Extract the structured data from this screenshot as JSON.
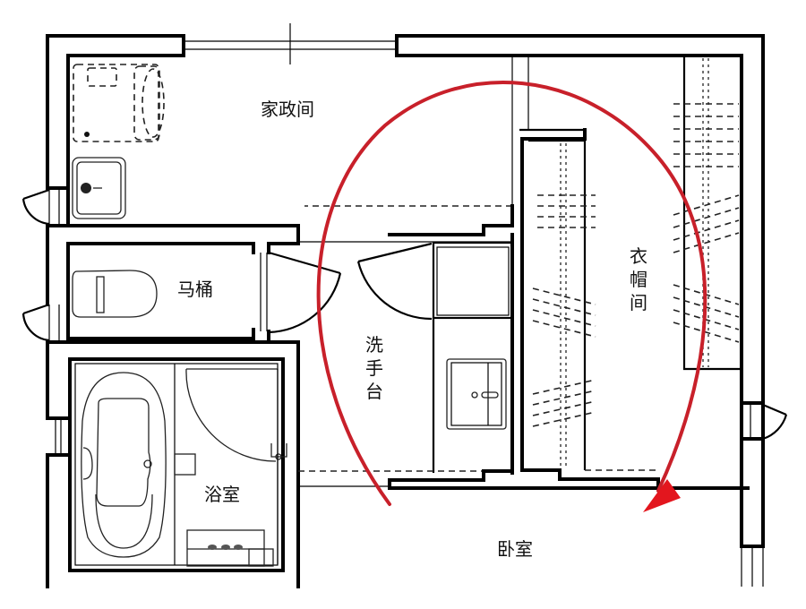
{
  "diagram": {
    "type": "floor-plan",
    "rooms": [
      {
        "id": "utility",
        "label": "家政间"
      },
      {
        "id": "toilet",
        "label": "马桶"
      },
      {
        "id": "bathroom",
        "label": "浴室"
      },
      {
        "id": "washbasin",
        "label_chars": [
          "洗",
          "手",
          "台"
        ]
      },
      {
        "id": "closet",
        "label_chars": [
          "衣",
          "帽",
          "间"
        ]
      },
      {
        "id": "bedroom",
        "label": "卧室"
      }
    ],
    "circulation_path": {
      "color": "#c8202a",
      "description": "arc from washbasin area through closet, arrow pointing into bedroom"
    },
    "colors": {
      "wall": "#000000",
      "background": "#ffffff",
      "route": "#c8202a",
      "arrowhead": "#e3161e"
    }
  }
}
